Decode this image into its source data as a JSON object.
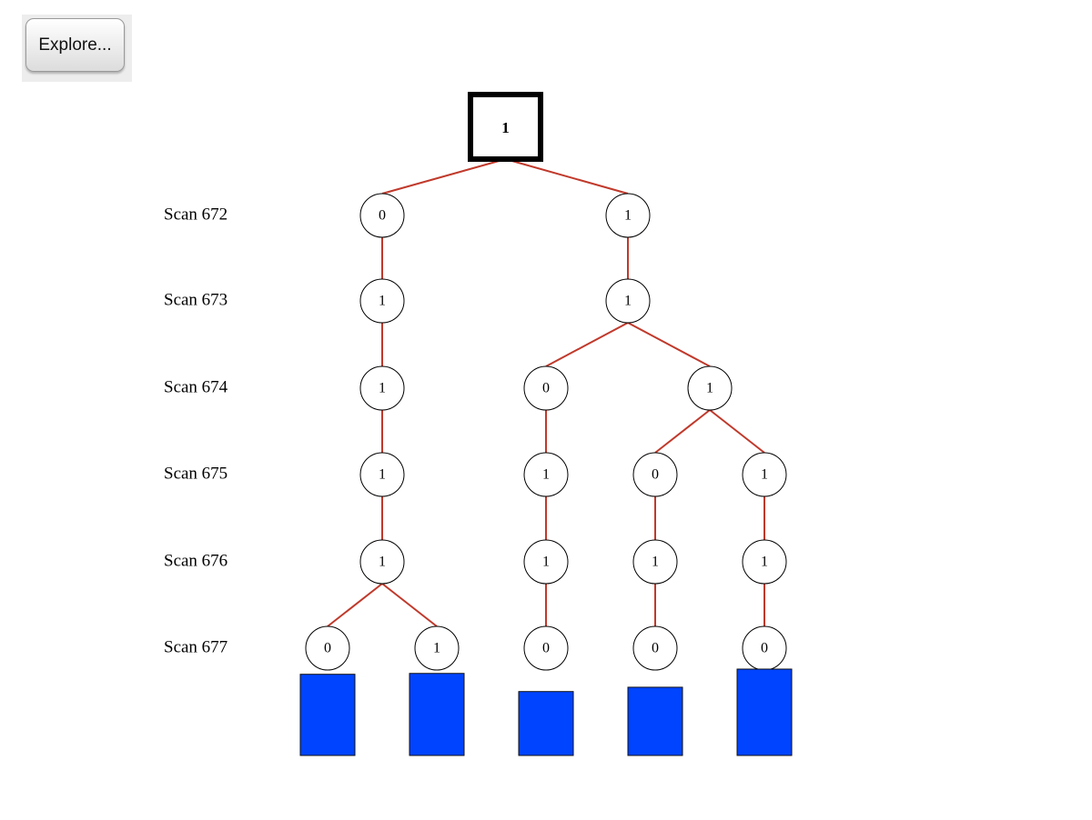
{
  "toolbar": {
    "explore_label": "Explore..."
  },
  "colors": {
    "edge": "#c0392b",
    "bar_fill": "#0044ff",
    "bar_stroke": "#111111",
    "node_fill": "#ffffff"
  },
  "tree": {
    "root": {
      "label": "1"
    },
    "levels": [
      {
        "label": "Scan 672",
        "nodes": [
          {
            "label": "0",
            "parent": -1
          },
          {
            "label": "1",
            "parent": -1
          }
        ]
      },
      {
        "label": "Scan 673",
        "nodes": [
          {
            "label": "1",
            "parent": 0
          },
          {
            "label": "1",
            "parent": 1
          }
        ]
      },
      {
        "label": "Scan 674",
        "nodes": [
          {
            "label": "1",
            "parent": 0
          },
          {
            "label": "0",
            "parent": 1
          },
          {
            "label": "1",
            "parent": 1
          }
        ]
      },
      {
        "label": "Scan 675",
        "nodes": [
          {
            "label": "1",
            "parent": 0
          },
          {
            "label": "1",
            "parent": 1
          },
          {
            "label": "0",
            "parent": 2
          },
          {
            "label": "1",
            "parent": 2
          }
        ]
      },
      {
        "label": "Scan 676",
        "nodes": [
          {
            "label": "1",
            "parent": 0
          },
          {
            "label": "1",
            "parent": 1
          },
          {
            "label": "1",
            "parent": 2
          },
          {
            "label": "1",
            "parent": 3
          }
        ]
      },
      {
        "label": "Scan 677",
        "nodes": [
          {
            "label": "0",
            "parent": 0
          },
          {
            "label": "1",
            "parent": 0
          },
          {
            "label": "0",
            "parent": 1
          },
          {
            "label": "0",
            "parent": 2
          },
          {
            "label": "0",
            "parent": 3
          }
        ]
      }
    ],
    "leaf_bars": [
      0.94,
      0.95,
      0.74,
      0.79,
      1.0
    ]
  }
}
